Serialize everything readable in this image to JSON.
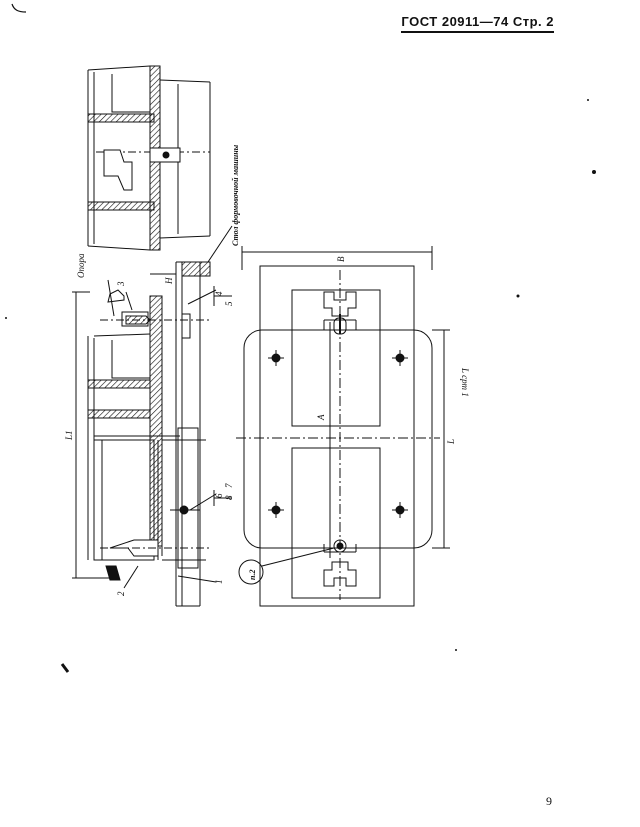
{
  "header": {
    "text": "ГОСТ 20911—74 Стр. 2"
  },
  "folio": "9",
  "labels": {
    "opora": "Опора",
    "stol": "Стол формовочной машины",
    "l1": "L1",
    "h": "H",
    "n1": "1",
    "n2": "2",
    "n3": "3",
    "n4": "4",
    "n5": "5",
    "n6": "6",
    "n7": "7",
    "n8": "8",
    "b": "B",
    "a": "A",
    "l": "L",
    "lcpt": "L срт 1",
    "p2": "п.2"
  }
}
